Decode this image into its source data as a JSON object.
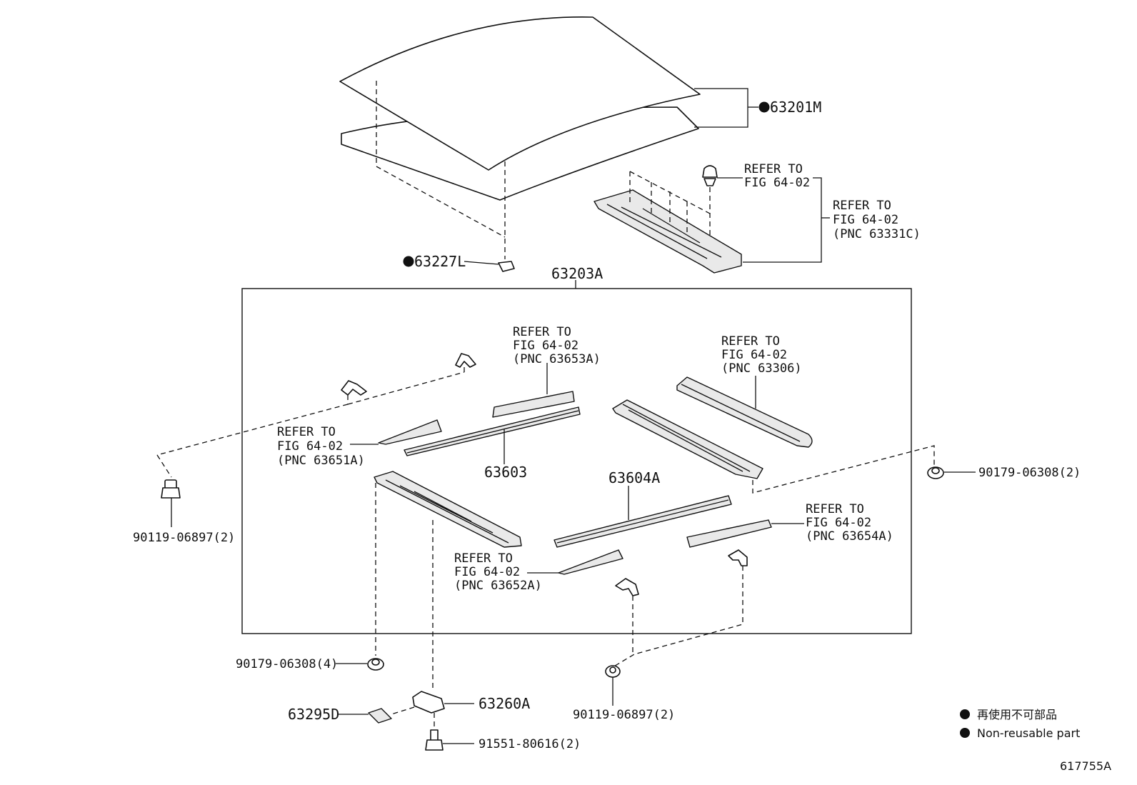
{
  "diagram_id": "617755A",
  "labels": {
    "roof_panel": "63201M",
    "roof_patch": "63227L",
    "reinf_group": "63203A",
    "front_rail": "63603",
    "rear_rail": "63604A",
    "patch_small": "63295D",
    "bracket": "63260A",
    "nut_right": "90179-06308(2)",
    "nut_bottom": "90179-06308(4)",
    "bolt_left": "90119-06897(2)",
    "bolt_bottom": "90119-06897(2)",
    "bolt_bracket": "91551-80616(2)"
  },
  "refer_clip": [
    "REFER TO",
    "FIG 64-02"
  ],
  "refer_header": [
    "REFER TO",
    "FIG 64-02",
    "(PNC 63331C)"
  ],
  "refer_63653A": [
    "REFER TO",
    "FIG 64-02",
    "(PNC 63653A)"
  ],
  "refer_63306": [
    "REFER TO",
    "FIG 64-02",
    "(PNC 63306)"
  ],
  "refer_63651A": [
    "REFER TO",
    "FIG 64-02",
    "(PNC 63651A)"
  ],
  "refer_63654A": [
    "REFER TO",
    "FIG 64-02",
    "(PNC 63654A)"
  ],
  "refer_63652A": [
    "REFER TO",
    "FIG 64-02",
    "(PNC 63652A)"
  ],
  "legend": {
    "jp": "再使用不可部品",
    "en": "Non-reusable part"
  },
  "colors": {
    "ink": "#111111",
    "background": "#ffffff"
  }
}
